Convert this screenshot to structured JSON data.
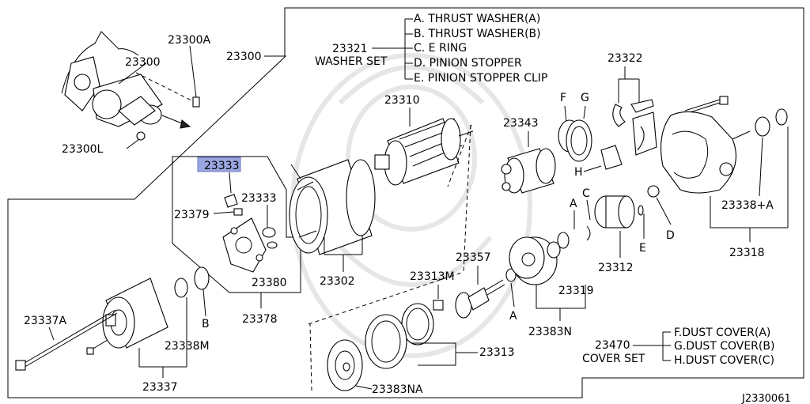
{
  "labels": {
    "p23300a": "23300A",
    "p23300_car": "23300",
    "p23300l": "23300L",
    "p23300_main": "23300",
    "p23321": "23321",
    "washer_set": "WASHER SET",
    "set_a": "A. THRUST WASHER(A)",
    "set_b": "B. THRUST WASHER(B)",
    "set_c": "C. E RING",
    "set_d": "D. PINION STOPPER",
    "set_e": "E. PINION STOPPER CLIP",
    "p23322": "23322",
    "p23310": "23310",
    "p23343": "23343",
    "f": "F",
    "g": "G",
    "h": "H",
    "p23333_hl": "23333",
    "p23333": "23333",
    "p23379": "23379",
    "p23380": "23380",
    "p23378": "23378",
    "p23302": "23302",
    "c": "C",
    "a": "A",
    "e": "E",
    "d": "D",
    "p23312": "23312",
    "p23338a": "23338+A",
    "p23318": "23318",
    "p23357": "23357",
    "p23313m": "23313M",
    "p23319": "23319",
    "p23383n": "23383N",
    "a2": "A",
    "p23337a": "23337A",
    "b": "B",
    "p23338m": "23338M",
    "p23337": "23337",
    "p23313": "23313",
    "p23383na": "23383NA",
    "p23470": "23470",
    "cover_set": "COVER SET",
    "cover_f": "F.DUST COVER(A)",
    "cover_g": "G.DUST COVER(B)",
    "cover_h": "H.DUST COVER(C)",
    "footer": "J2330061"
  },
  "colors": {
    "highlight": "#9aa6e0",
    "ink": "#000000",
    "watermark": "#e6e6e6"
  }
}
